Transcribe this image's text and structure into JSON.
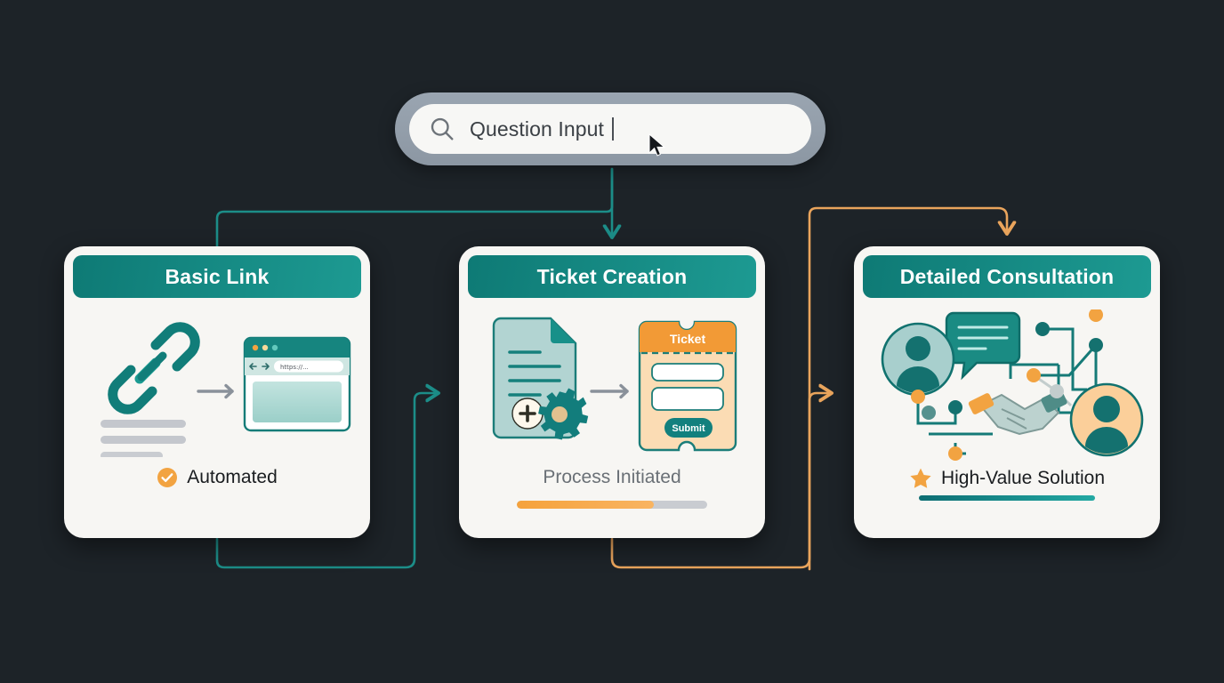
{
  "background_color": "#1d2328",
  "search": {
    "name": "question-input-search-bar",
    "value": "Question Input",
    "placeholder": "Question Input",
    "icon": "search-icon",
    "caret_visible": true,
    "pointer": "mouse-cursor-arrow"
  },
  "colors": {
    "teal_dark": "#0e7a75",
    "teal_light": "#1d9a92",
    "orange": "#f2a341",
    "card_bg": "#f7f6f3",
    "wire_teal": "#1c8d88",
    "wire_orange": "#e9a45c",
    "text_dark": "#1a1d20",
    "text_muted": "#6a7076"
  },
  "cards": [
    {
      "id": "card-1",
      "name": "basic-link-card",
      "title": "Basic Link",
      "illustration": "link-to-browser-window",
      "browser_url_text": "https://...",
      "footer": {
        "icon": "check-circle-icon",
        "label": "Automated",
        "type": "badge"
      }
    },
    {
      "id": "card-2",
      "name": "ticket-creation-card",
      "title": "Ticket Creation",
      "illustration": "document-gear-to-ticket-form",
      "ticket_header": "Ticket",
      "ticket_submit_label": "Submit",
      "footer": {
        "label": "Process Initiated",
        "type": "progress",
        "progress_percent": 72
      }
    },
    {
      "id": "card-3",
      "name": "detailed-consultation-card",
      "title": "Detailed Consultation",
      "illustration": "network-handshake-avatars",
      "footer": {
        "icon": "star-icon",
        "label": "High-Value Solution",
        "type": "highlight"
      }
    }
  ],
  "connectors": [
    {
      "name": "search-to-basic-link",
      "color": "#1c8d88",
      "from": "search",
      "to": "card-1"
    },
    {
      "name": "search-to-ticket-creation",
      "color": "#1c8d88",
      "from": "search",
      "to": "card-2",
      "arrow": true
    },
    {
      "name": "basic-link-to-ticket-creation",
      "color": "#1c8d88",
      "from": "card-1",
      "to": "card-2",
      "arrow": true
    },
    {
      "name": "ticket-creation-to-detailed-consultation",
      "color": "#e9a45c",
      "from": "card-2",
      "to": "card-3",
      "arrow": true
    },
    {
      "name": "branch-to-detailed-consultation",
      "color": "#e9a45c",
      "from": "card-2",
      "to": "card-3",
      "arrow": true
    }
  ]
}
